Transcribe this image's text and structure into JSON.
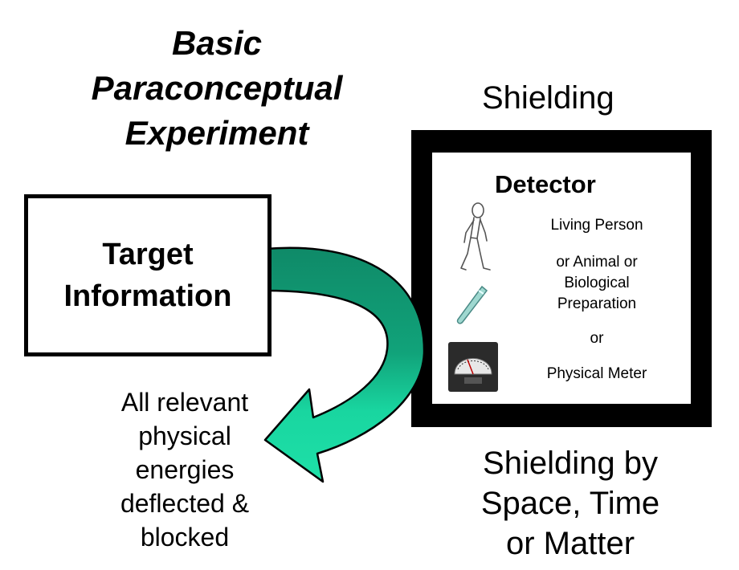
{
  "title": {
    "line1": "Basic",
    "line2": "Paraconceptual",
    "line3": "Experiment"
  },
  "shielding_label": "Shielding",
  "target": {
    "line1": "Target",
    "line2": "Information"
  },
  "detector": {
    "title": "Detector",
    "person": "Living Person",
    "animal_line1": "or Animal or",
    "animal_line2": "Biological",
    "animal_line3": "Preparation",
    "or": "or",
    "meter": "Physical Meter"
  },
  "energies": {
    "line1": "All relevant",
    "line2": "physical",
    "line3": "energies",
    "line4": "deflected &",
    "line5": "blocked"
  },
  "shielding_by": {
    "line1": "Shielding by",
    "line2": "Space, Time",
    "line3": "or Matter"
  },
  "colors": {
    "arrow_dark": "#0f8a68",
    "arrow_light": "#19d6a0",
    "frame": "#000000"
  }
}
